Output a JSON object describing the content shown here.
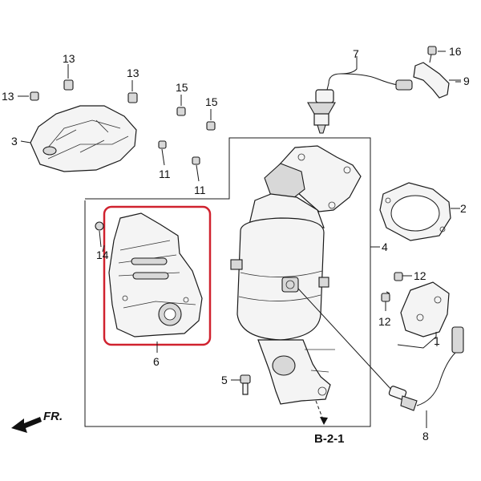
{
  "callouts": {
    "c1": "1",
    "c2": "2",
    "c3": "3",
    "c4": "4",
    "c5": "5",
    "c6": "6",
    "c7": "7",
    "c8": "8",
    "c9": "9",
    "c11a": "11",
    "c11b": "11",
    "c12a": "12",
    "c12b": "12",
    "c13a": "13",
    "c13b": "13",
    "c13c": "13",
    "c14": "14",
    "c15a": "15",
    "c15b": "15",
    "c16": "16"
  },
  "reference": "B-2-1",
  "direction": "FR.",
  "highlight_color": "#d0222f"
}
